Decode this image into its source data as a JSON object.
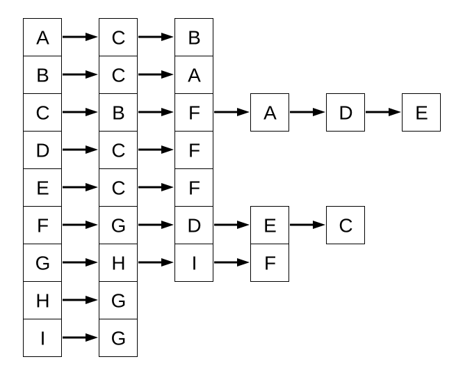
{
  "adjacency_list": [
    {
      "vertex": "A",
      "neighbors": [
        "C",
        "B"
      ]
    },
    {
      "vertex": "B",
      "neighbors": [
        "C",
        "A"
      ]
    },
    {
      "vertex": "C",
      "neighbors": [
        "B",
        "F",
        "A",
        "D",
        "E"
      ]
    },
    {
      "vertex": "D",
      "neighbors": [
        "C",
        "F"
      ]
    },
    {
      "vertex": "E",
      "neighbors": [
        "C",
        "F"
      ]
    },
    {
      "vertex": "F",
      "neighbors": [
        "G",
        "D",
        "E",
        "C"
      ]
    },
    {
      "vertex": "G",
      "neighbors": [
        "H",
        "I",
        "F"
      ]
    },
    {
      "vertex": "H",
      "neighbors": [
        "G"
      ]
    },
    {
      "vertex": "I",
      "neighbors": [
        "G"
      ]
    }
  ],
  "colors": {
    "stroke": "#000000",
    "fill": "#ffffff",
    "text": "#000000"
  }
}
